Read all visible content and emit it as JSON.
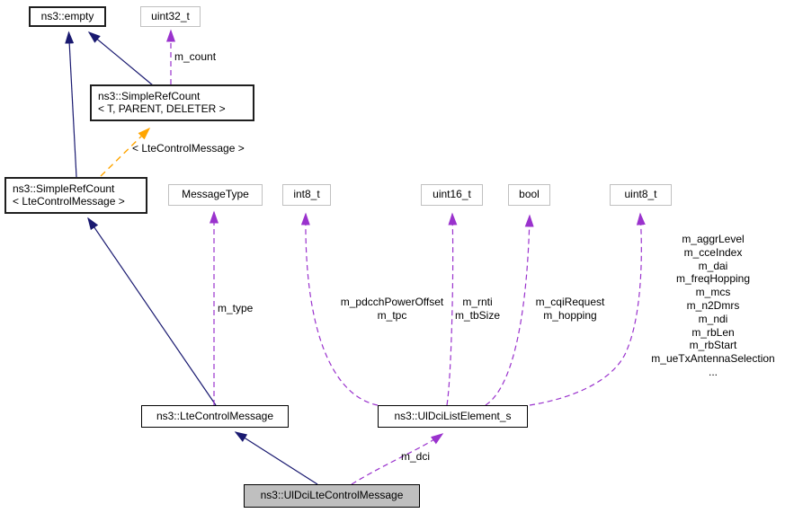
{
  "nodes": {
    "empty": {
      "label": "ns3::empty"
    },
    "uint32": {
      "label": "uint32_t"
    },
    "simplerefcount_template": {
      "label": "ns3::SimpleRefCount\n< T, PARENT, DELETER >"
    },
    "simplerefcount_ltecm": {
      "label": "ns3::SimpleRefCount\n< LteControlMessage >"
    },
    "messagetype": {
      "label": "MessageType"
    },
    "int8": {
      "label": "int8_t"
    },
    "uint16": {
      "label": "uint16_t"
    },
    "bool": {
      "label": "bool"
    },
    "uint8": {
      "label": "uint8_t"
    },
    "ltecontrolmessage": {
      "label": "ns3::LteControlMessage"
    },
    "uldcilistelement": {
      "label": "ns3::UlDciListElement_s"
    },
    "uldciltecontrolmessage": {
      "label": "ns3::UlDciLteControlMessage"
    }
  },
  "edge_labels": {
    "m_count": "m_count",
    "template_args": "< LteControlMessage >",
    "m_type": "m_type",
    "int8_members": "m_pdcchPowerOffset\nm_tpc",
    "uint16_members": "m_rnti\nm_tbSize",
    "bool_members": "m_cqiRequest\nm_hopping",
    "uint8_members": "m_aggrLevel\nm_cceIndex\nm_dai\nm_freqHopping\nm_mcs\nm_n2Dmrs\nm_ndi\nm_rbLen\nm_rbStart\nm_ueTxAntennaSelection\n...",
    "m_dci": "m_dci"
  },
  "colors": {
    "inheritance_edge": "#191970",
    "usage_edge": "#9a32cd",
    "template_edge": "#ffa500",
    "class_border": "#000000",
    "type_border": "#c0c0c0",
    "highlight_fill": "#bfbfbf",
    "background": "#ffffff"
  }
}
